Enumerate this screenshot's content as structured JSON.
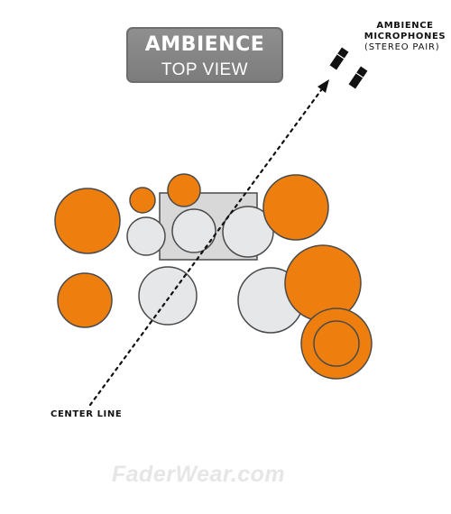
{
  "title": {
    "main": "AMBIENCE",
    "sub": "TOP VIEW"
  },
  "microphones": {
    "line1": "AMBIENCE",
    "line2": "MICROPHONES",
    "subtitle": "(STEREO PAIR)"
  },
  "center_line_label": "CENTER LINE",
  "watermark": "FaderWear.com",
  "colors": {
    "cymbal_orange": "#ee7f0e",
    "drum_gray": "#e6e7e9",
    "outline": "#4a4a4a",
    "title_box": "#858585",
    "label_text": "#111111",
    "watermark": "#e6e6e6"
  }
}
